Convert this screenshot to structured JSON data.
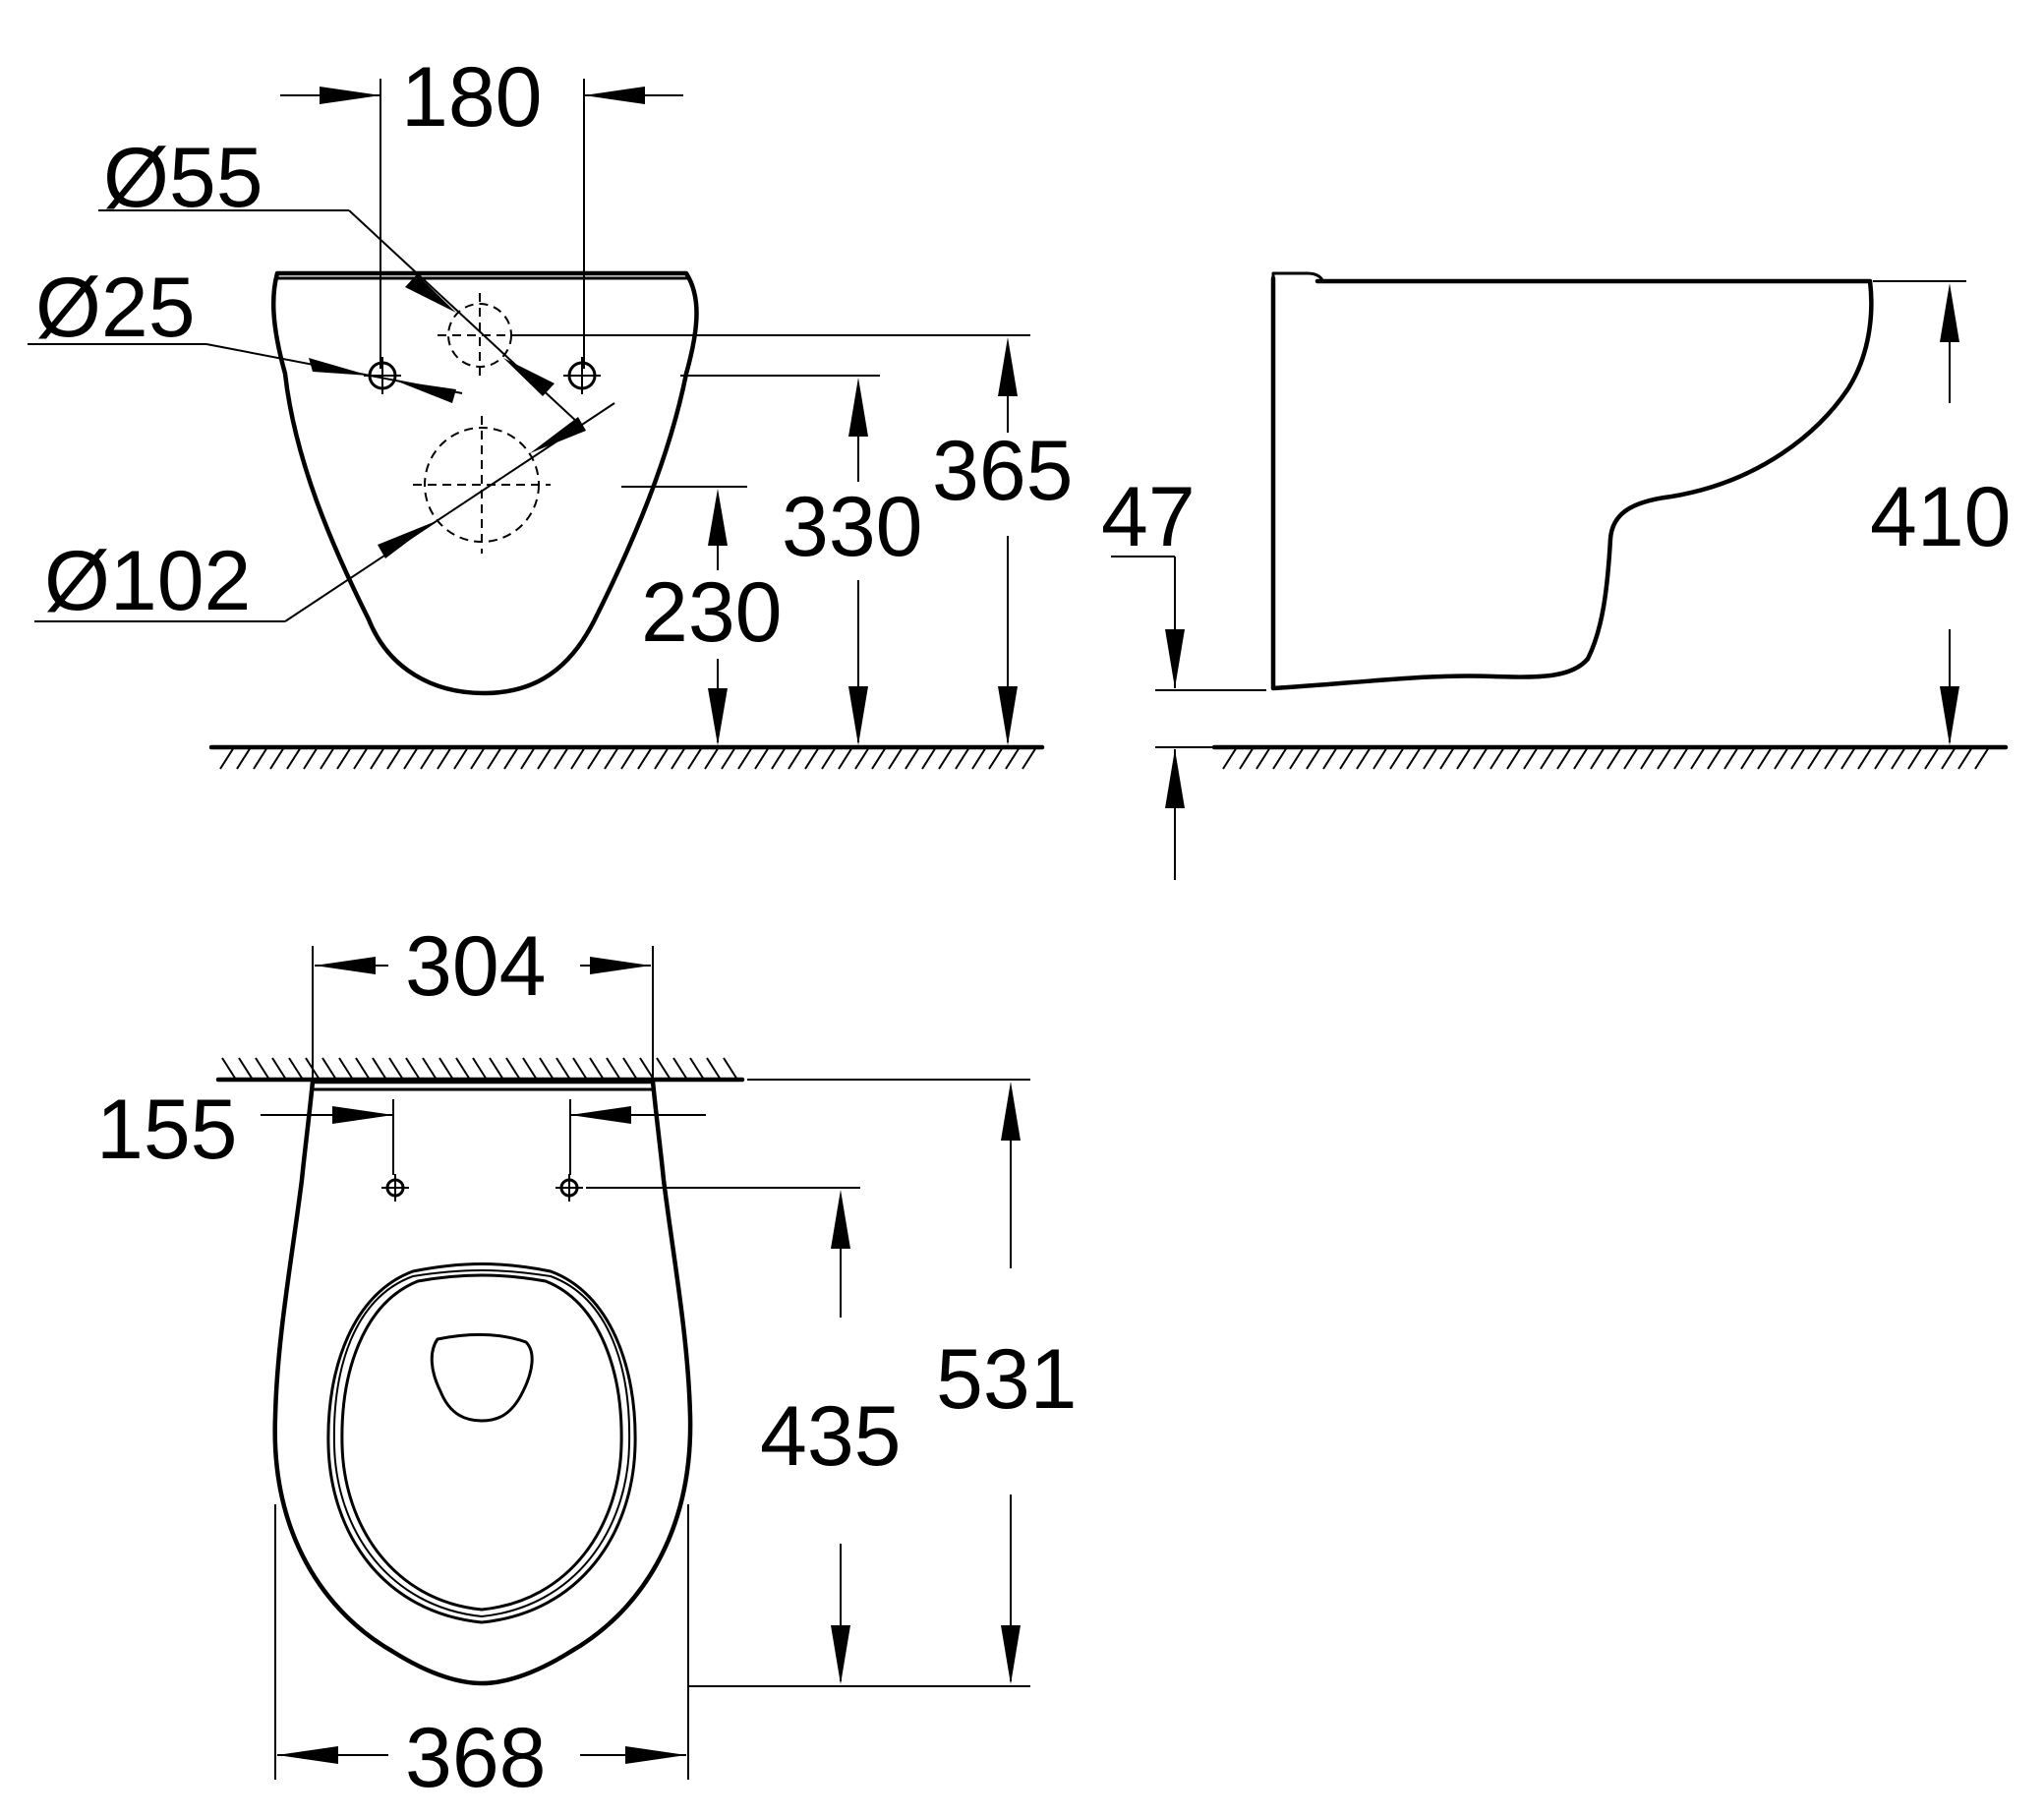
{
  "front_view": {
    "width_180": "180",
    "dia_55": "Ø55",
    "dia_25": "Ø25",
    "dia_102": "Ø102",
    "height_230": "230",
    "height_330": "330",
    "height_365": "365"
  },
  "side_view": {
    "gap_47": "47",
    "height_410": "410"
  },
  "top_view": {
    "width_304": "304",
    "offset_155": "155",
    "length_435": "435",
    "length_531": "531",
    "width_368": "368"
  }
}
